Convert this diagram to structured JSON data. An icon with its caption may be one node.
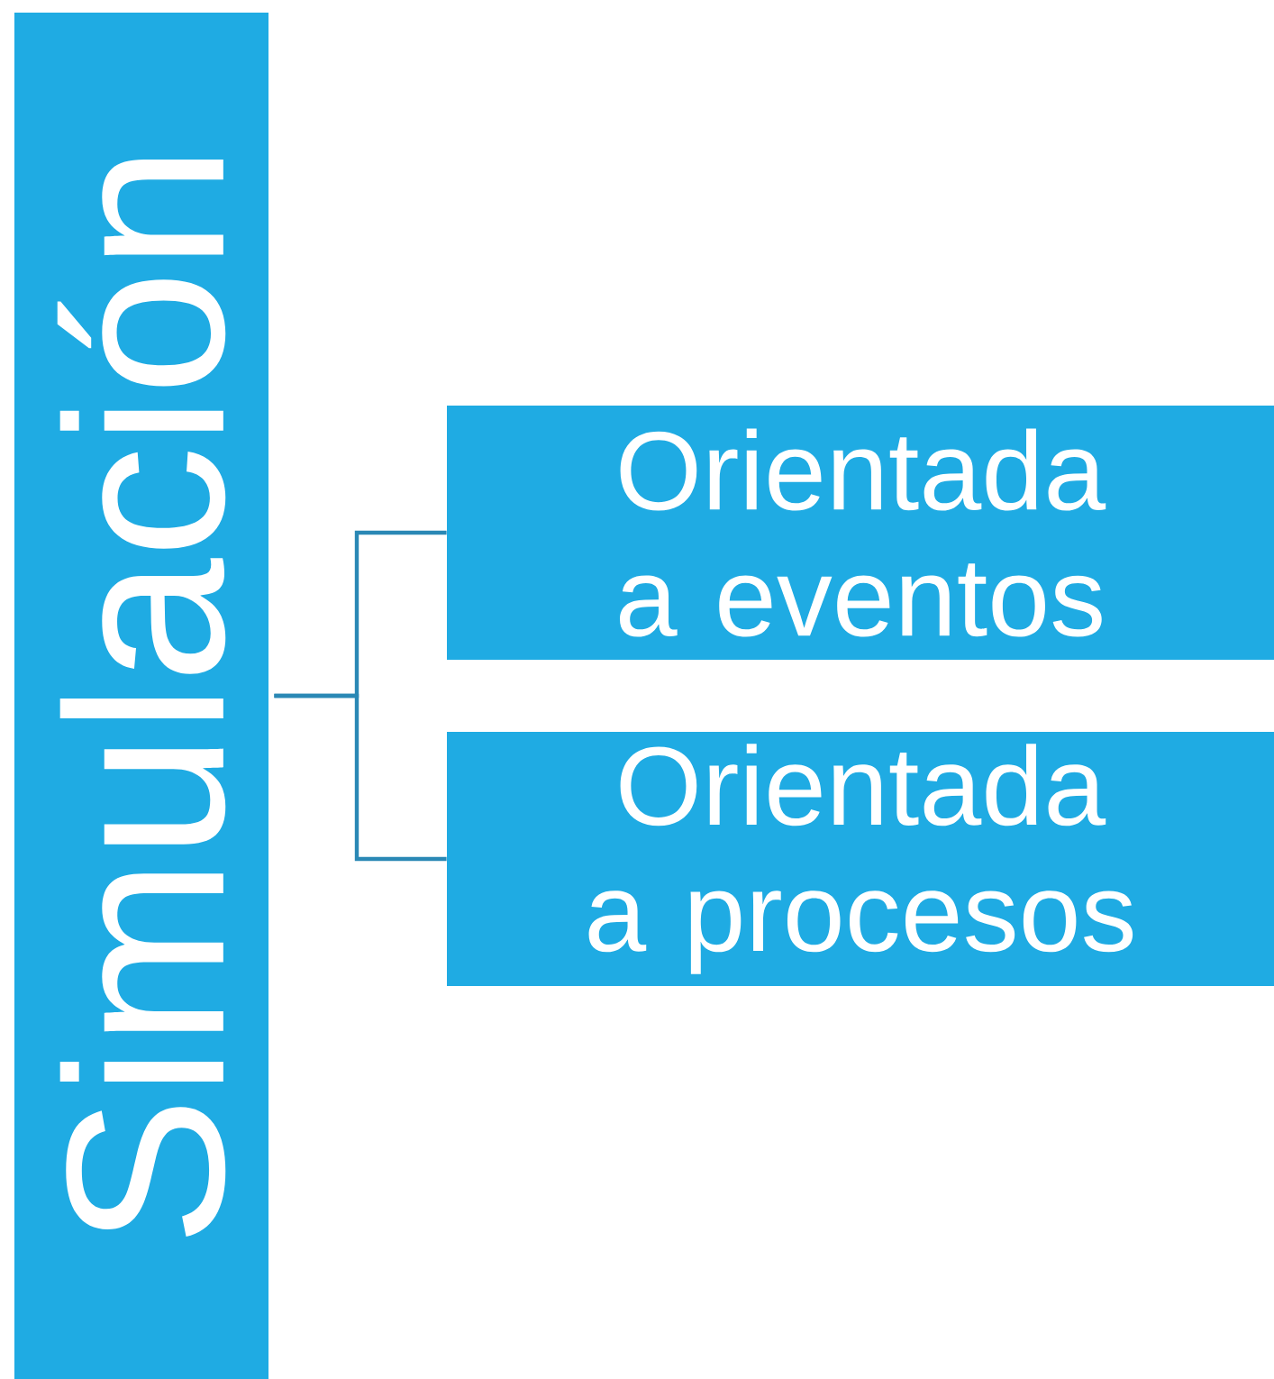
{
  "diagram": {
    "nodes": [
      {
        "text": [
          "Simulación"
        ]
      },
      {
        "text": [
          "Orientada a eventos"
        ]
      },
      {
        "text": [
          "Orientada a procesos"
        ]
      }
    ],
    "edges": [
      {
        "from": 0,
        "to": 1,
        "arrow": "none"
      },
      {
        "from": 0,
        "to": 2,
        "arrow": "none"
      }
    ]
  }
}
